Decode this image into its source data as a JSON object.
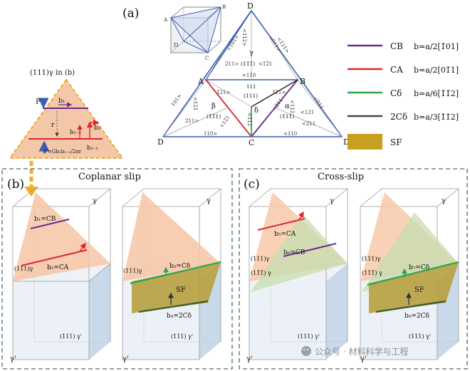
{
  "panel_labels": {
    "a": "(a)",
    "b": "(b)",
    "c": "(c)"
  },
  "inset": {
    "title": "(111)γ  in (b)",
    "label_F": "F",
    "label_b1": "b₁",
    "label_r": "r",
    "label_b22": "b₂₋₂",
    "label_b2": "b₂",
    "label_b21": "b₂₋₁",
    "formula": "F=Gb₁b₂₋₁/2πr"
  },
  "thompson": {
    "vertices": {
      "A": "A",
      "B": "B",
      "C": "C",
      "D_top": "D",
      "D_left": "D",
      "D_right": "D"
    },
    "inner": {
      "gamma": "γ",
      "beta": "β",
      "alpha": "α",
      "delta": "δ"
    },
    "planes": {
      "top": "(11̄1̄)",
      "center": "(111)",
      "left": "(1̄1̄1)",
      "right": "(1̄11̄)"
    },
    "directions": {
      "top_left": "<101>",
      "top_right": "<011>",
      "top_left2": "<112>",
      "top_right2": "<121>",
      "top_mid1": "2̄11>",
      "top_mid2": "<1̄2̄1",
      "ab": "<11̄0",
      "c_center": "111",
      "left_a": "1̄21>",
      "left_b": "<12̄1",
      "center_bc": "<1̄12",
      "right_b": "1̄2̄1>",
      "right_c": "<2̄11",
      "left_edge": "<121",
      "right_edge": "<121",
      "left_side": "101>",
      "right_side": "<011",
      "bottom_left": "110>",
      "bottom_right": "<110",
      "left_low": "2̄11>",
      "right_low": "<2̄11",
      "right_side2": "<112"
    }
  },
  "legend": [
    {
      "label": "CB",
      "formula": "b=a/2[1̄01]",
      "color": "#6a2c8e"
    },
    {
      "label": "CA",
      "formula": "b=a/2[01̄1]",
      "color": "#d9282f"
    },
    {
      "label": "Cδ",
      "formula": "b=a/6[1̄1̄2]",
      "color": "#2aa84a"
    },
    {
      "label": "2Cδ",
      "formula": "b=a/3[1̄1̄2]",
      "color": "#4a4a3a"
    },
    {
      "label": "SF",
      "formula": "",
      "color": "#c8a020"
    }
  ],
  "panel_b": {
    "title": "Coplanar slip",
    "left": {
      "gamma": "γ",
      "gamma_prime": "γ'",
      "b1": "b₁=CB",
      "b2": "b₂=CA",
      "plane_top": "(111)γ",
      "plane_bottom": "(111) γ'"
    },
    "right": {
      "gamma": "γ",
      "gamma_prime": "γ'",
      "b3": "b₃=Cδ",
      "sf": "SF",
      "b4": "b₄=2Cδ",
      "plane_top": "(111)γ",
      "plane_bottom": "(111) γ'"
    }
  },
  "panel_c": {
    "title": "Cross-slip",
    "left": {
      "gamma": "γ",
      "gamma_prime": "γ'",
      "b5": "b₅=CA",
      "b6": "b₆=CB",
      "plane_top": "(111)γ",
      "plane_mid": "(11̄1̄) γ",
      "plane_bottom": "(111) γ'"
    },
    "right": {
      "gamma": "γ",
      "gamma_prime": "γ'",
      "b7": "b₇=Cδ",
      "sf": "SF",
      "b8": "b₈=2Cδ",
      "plane_top": "(111)γ",
      "plane_mid": "(11̄1̄) γ",
      "plane_bottom": "(111) γ'"
    }
  },
  "watermark": "公众号 · 材料科学与工程"
}
